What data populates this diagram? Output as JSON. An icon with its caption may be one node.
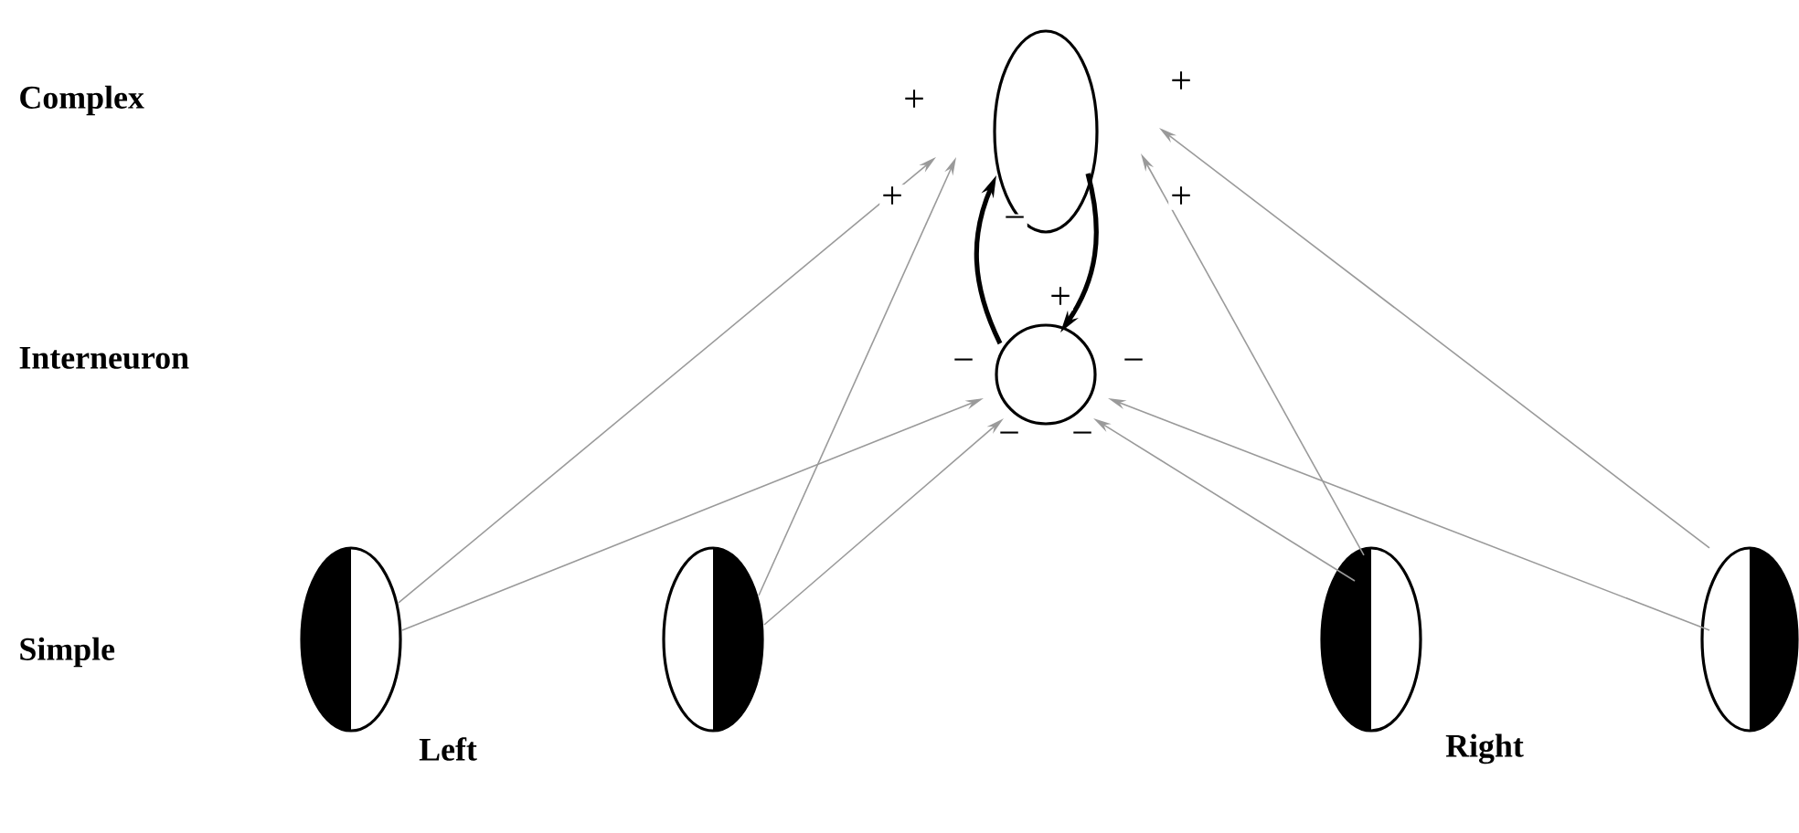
{
  "diagram": {
    "nodes": [
      {
        "text": [],
        "shape": "ellipse"
      },
      {
        "text": [],
        "shape": "circle"
      },
      {
        "text": [],
        "shape": "ellipse"
      },
      {
        "text": [],
        "shape": "ellipse"
      },
      {
        "text": [],
        "shape": "ellipse"
      },
      {
        "text": [],
        "shape": "ellipse"
      }
    ],
    "edges": [
      {
        "from": 2,
        "to": 0,
        "arrow": "to",
        "label": "+"
      },
      {
        "from": 2,
        "to": 1,
        "arrow": "to",
        "label": "−"
      },
      {
        "from": 3,
        "to": 0,
        "arrow": "to",
        "label": "+"
      },
      {
        "from": 3,
        "to": 1,
        "arrow": "to",
        "label": "−"
      },
      {
        "from": 4,
        "to": 0,
        "arrow": "to",
        "label": "+"
      },
      {
        "from": 4,
        "to": 1,
        "arrow": "to",
        "label": "−"
      },
      {
        "from": 5,
        "to": 0,
        "arrow": "to",
        "label": "+"
      },
      {
        "from": 5,
        "to": 1,
        "arrow": "to",
        "label": "−"
      },
      {
        "from": 0,
        "to": 1,
        "arrow": "to",
        "label": "+",
        "style": "thick",
        "color": "#000000"
      },
      {
        "from": 1,
        "to": 0,
        "arrow": "to",
        "label": "−",
        "style": "thick",
        "color": "#000000"
      }
    ],
    "labels": [
      "Complex",
      "Interneuron",
      "Simple",
      "Left",
      "Right"
    ]
  }
}
